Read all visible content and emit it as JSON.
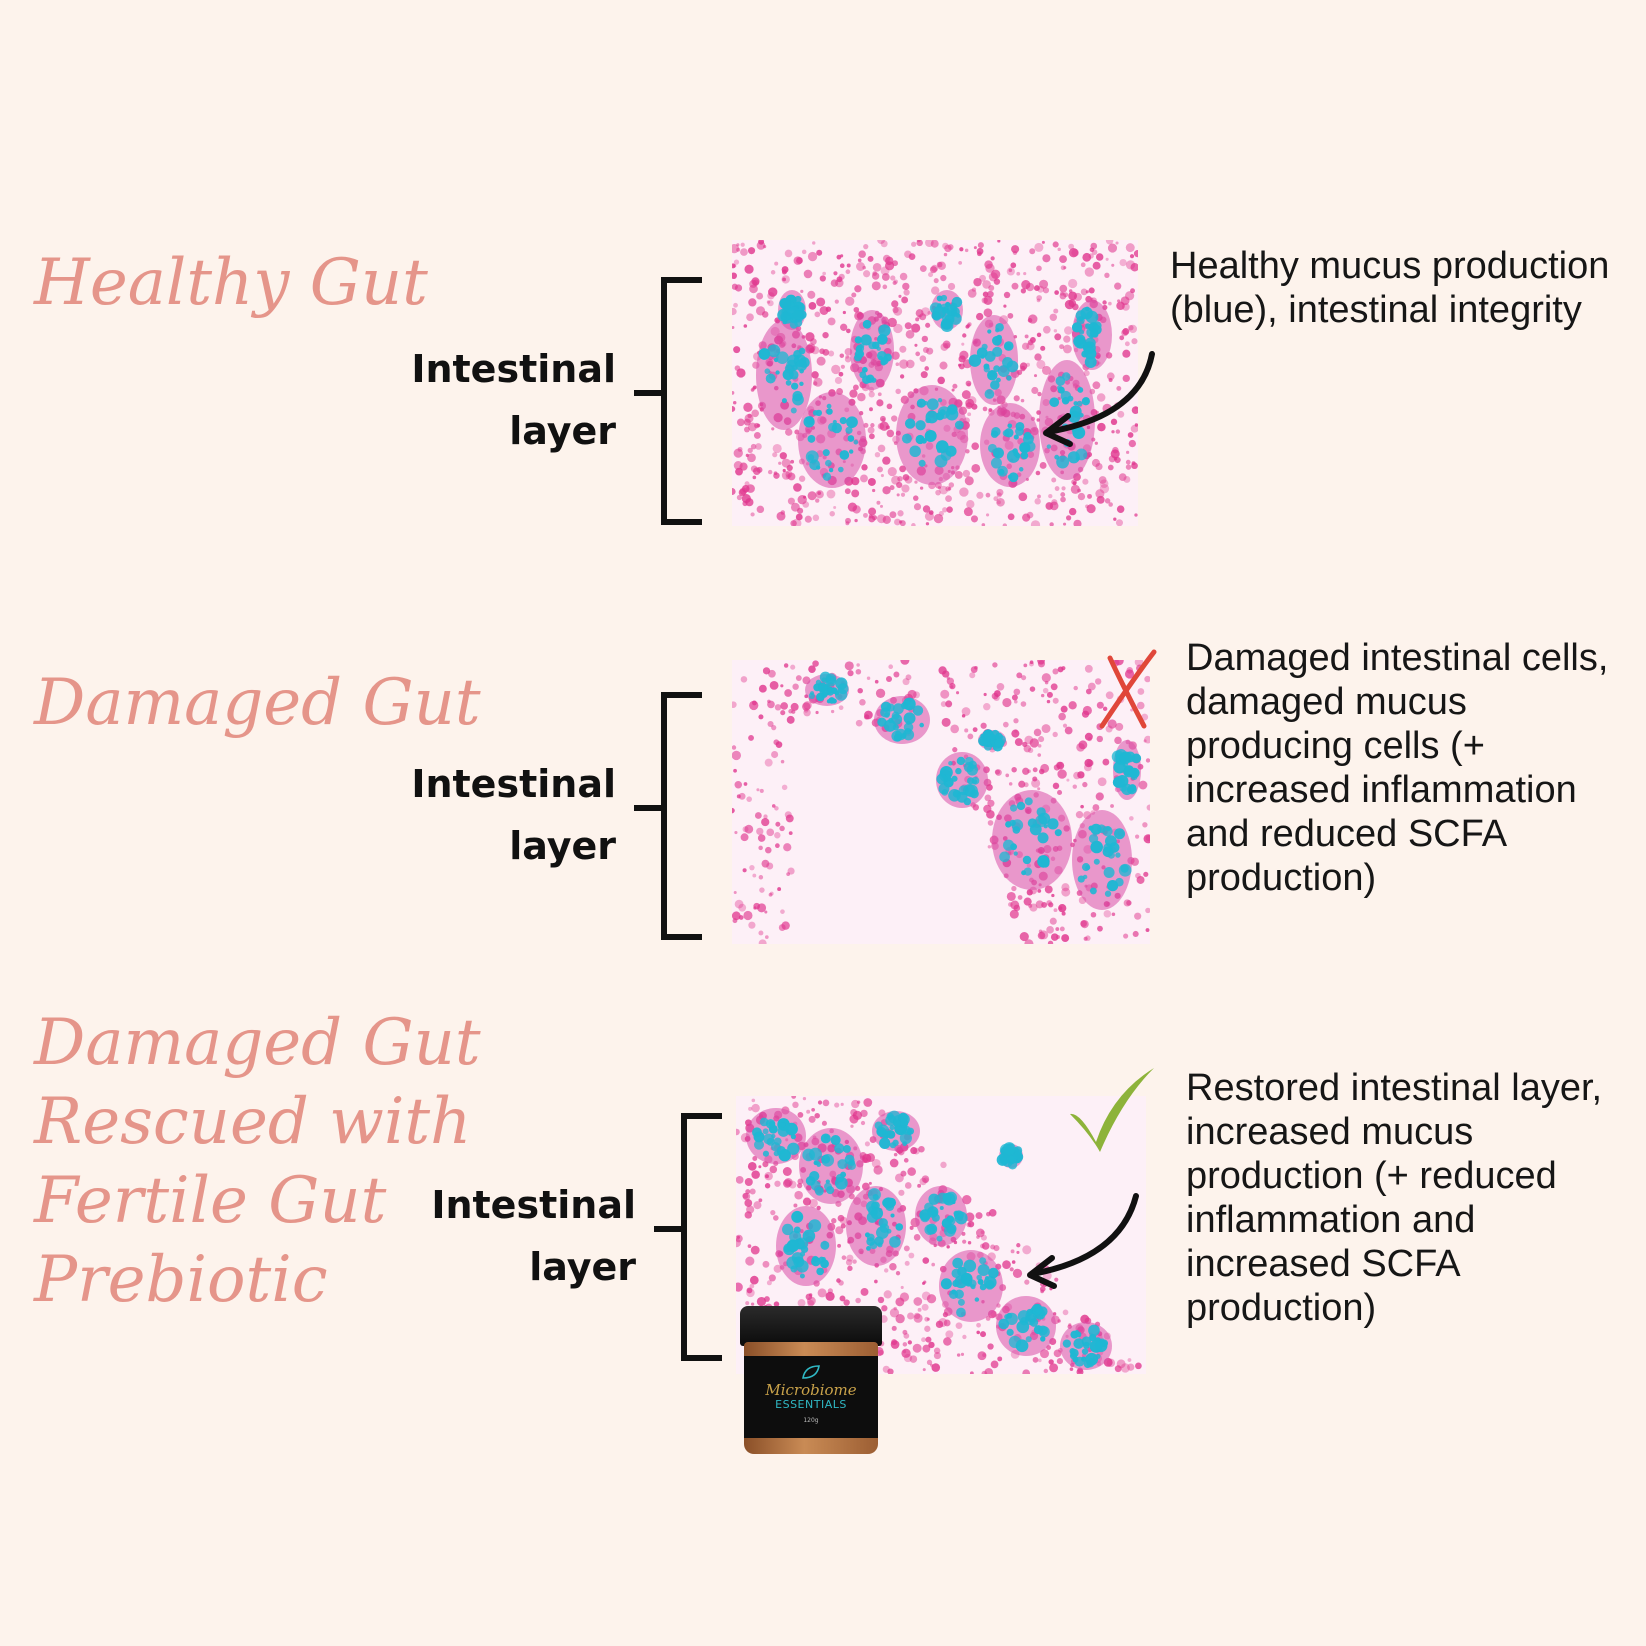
{
  "sections": [
    {
      "title_lines": [
        "Healthy Gut"
      ],
      "layer_label": [
        "Intestinal",
        "layer"
      ],
      "description": "Healthy mucus production (blue), intestinal integrity",
      "mark": "none"
    },
    {
      "title_lines": [
        "Damaged Gut"
      ],
      "layer_label": [
        "Intestinal",
        "layer"
      ],
      "description": "Damaged intestinal cells, damaged mucus producing cells (+ increased inflammation and reduced SCFA production)",
      "mark": "cross-icon"
    },
    {
      "title_lines": [
        "Damaged Gut",
        "Rescued with",
        "Fertile Gut",
        "Prebiotic"
      ],
      "layer_label": [
        "Intestinal",
        "layer"
      ],
      "description": "Restored intestinal layer, increased mucus production (+ reduced inflammation and increased SCFA production)",
      "mark": "checkmark-icon"
    }
  ],
  "product": {
    "brand": "Microbiome",
    "sub": "ESSENTIALS",
    "weight": "120g"
  },
  "colors": {
    "background": "#fdf3ec",
    "title": "#e5958a",
    "cross": "#e0473a",
    "check": "#8db33a",
    "stain_pink": "#e0368e",
    "stain_blue": "#1fb7d3"
  }
}
